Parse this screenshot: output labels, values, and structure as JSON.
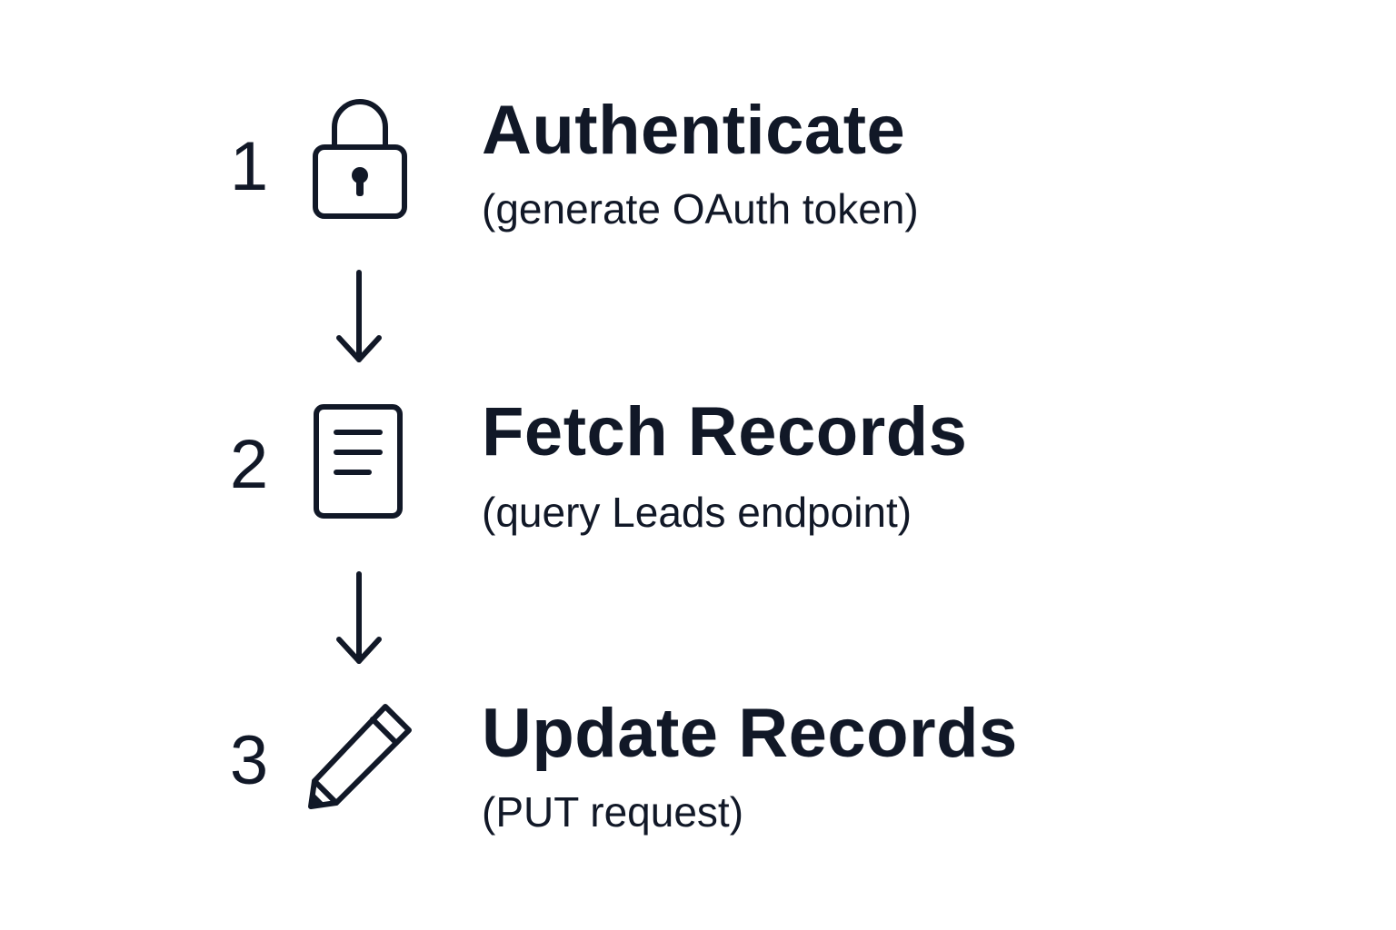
{
  "steps": [
    {
      "number": "1",
      "icon": "lock-icon",
      "title": "Authenticate",
      "subtitle": "(generate OAuth token)"
    },
    {
      "number": "2",
      "icon": "document-icon",
      "title": "Fetch Records",
      "subtitle": "(query Leads endpoint)"
    },
    {
      "number": "3",
      "icon": "pencil-icon",
      "title": "Update Records",
      "subtitle": "(PUT request)"
    }
  ],
  "colors": {
    "ink": "#111827",
    "background": "#ffffff"
  }
}
